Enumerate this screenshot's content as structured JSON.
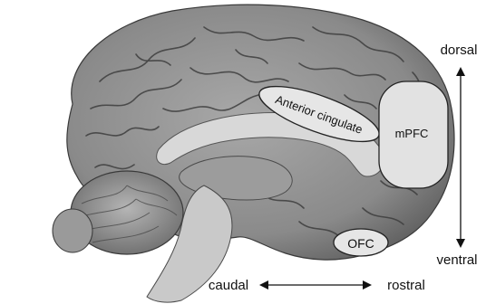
{
  "labels": {
    "anterior_cingulate": "Anterior cingulate",
    "mpfc": "mPFC",
    "ofc": "OFC"
  },
  "axes": {
    "dorsal": "dorsal",
    "ventral": "ventral",
    "caudal": "caudal",
    "rostral": "rostral"
  },
  "colors": {
    "cortex": "#8f8f8f",
    "cortex_dark": "#4a4a4a",
    "white_matter": "#d6d6d6",
    "region_fill": "#e4e4e4",
    "region_outline": "#222222"
  }
}
